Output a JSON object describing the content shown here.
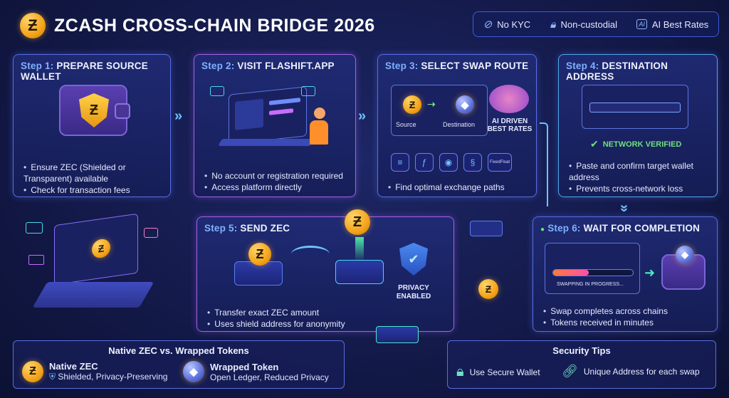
{
  "header": {
    "title": "ZCASH CROSS-CHAIN BRIDGE 2026",
    "badges": [
      "No KYC",
      "Non-custodial",
      "AI Best Rates"
    ]
  },
  "steps": [
    {
      "num": "Step 1:",
      "title": "PREPARE SOURCE WALLET",
      "bullets": [
        "Ensure ZEC (Shielded or Transparent) available",
        "Check for transaction fees"
      ]
    },
    {
      "num": "Step 2:",
      "title": "VISIT FLASHIFT.APP",
      "bullets": [
        "No account or registration required",
        "Access platform directly"
      ]
    },
    {
      "num": "Step 3:",
      "title": "SELECT SWAP ROUTE",
      "bullets": [
        "Find optimal exchange paths"
      ],
      "route_source": "Source",
      "route_dest": "Destination",
      "ai_label": "AI DRIVEN BEST RATES",
      "fixedfloat": "FixedFloat"
    },
    {
      "num": "Step 4:",
      "title": "DESTINATION ADDRESS",
      "bullets": [
        "Paste and confirm target wallet address",
        "Prevents cross-network loss"
      ],
      "verified": "NETWORK VERIFIED"
    },
    {
      "num": "Step 5:",
      "title": "SEND ZEC",
      "bullets": [
        "Transfer exact ZEC amount",
        "Uses shield address for anonymity"
      ],
      "privacy": "PRIVACY ENABLED"
    },
    {
      "num": "Step 6:",
      "title": "WAIT FOR COMPLETION",
      "bullets": [
        "Swap completes across chains",
        "Tokens received in minutes"
      ],
      "progress_label": "SWAPPING IN PROGRESS...",
      "progress": 0.45
    }
  ],
  "comparison": {
    "title": "Native ZEC vs. Wrapped Tokens",
    "native_name": "Native ZEC",
    "native_desc": "Shielded, Privacy-Preserving",
    "wrapped_name": "Wrapped Token",
    "wrapped_desc": "Open Ledger, Reduced Privacy"
  },
  "security": {
    "title": "Security Tips",
    "tip1": "Use Secure Wallet",
    "tip2": "Unique Address for each swap"
  },
  "icons": {
    "coin_glyph": "Ƶ"
  },
  "colors": {
    "accent": "#6fc3ff",
    "coin": "#f4a31a",
    "verified": "#6fe07a"
  }
}
